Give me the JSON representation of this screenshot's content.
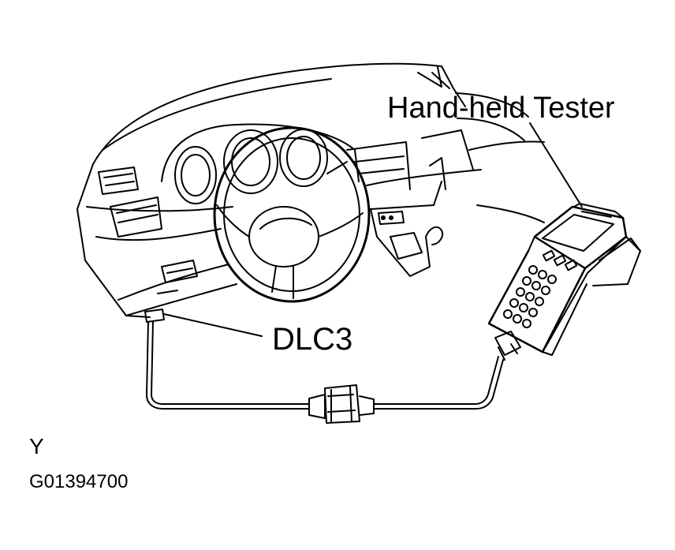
{
  "labels": {
    "tester": "Hand-held Tester",
    "connector": "DLC3",
    "corner_mark": "Y",
    "figure_code": "G01394700"
  },
  "colors": {
    "line": "#000000",
    "background": "#ffffff"
  }
}
